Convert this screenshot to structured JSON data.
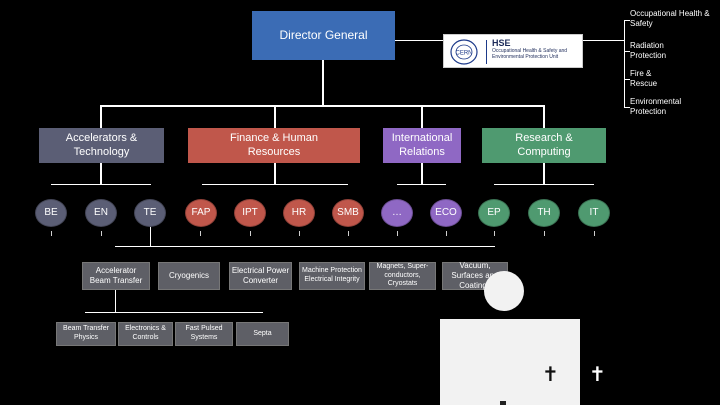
{
  "director": "Director General",
  "hse": {
    "name": "HSE",
    "desc": "Occupational Health & Safety and Environmental Protection Unit",
    "logo_text": "CERN"
  },
  "side_units": [
    "Occupational Health & Safety",
    "Radiation Protection",
    "Fire & Rescue",
    "Environmental Protection"
  ],
  "sectors": {
    "accelerators": "Accelerators & Technology",
    "finance": "Finance & Human Resources",
    "international": "International Relations",
    "research": "Research & Computing"
  },
  "departments": {
    "be": "BE",
    "en": "EN",
    "te": "TE",
    "fap": "FAP",
    "ipt": "IPT",
    "hr": "HR",
    "smb": "SMB",
    "dots": "…",
    "eco": "ECO",
    "ep": "EP",
    "th": "TH",
    "it": "IT"
  },
  "groups": {
    "accelerator_beam": "Accelerator Beam Transfer",
    "cryogenics": "Cryogenics",
    "electrical_power": "Electrical Power Converter",
    "machine_protection": "Machine Protection Electrical Integrity",
    "magnets": "Magnets, Super-conductors, Cryostats",
    "vacuum": "Vacuum, Surfaces and Coatings"
  },
  "subgroups": {
    "beam_transfer_physics": "Beam Transfer Physics",
    "electronics_controls": "Electronics & Controls",
    "fast_pulsed": "Fast Pulsed Systems",
    "septa": "Septa"
  },
  "crosses": [
    "✝",
    "✝"
  ]
}
